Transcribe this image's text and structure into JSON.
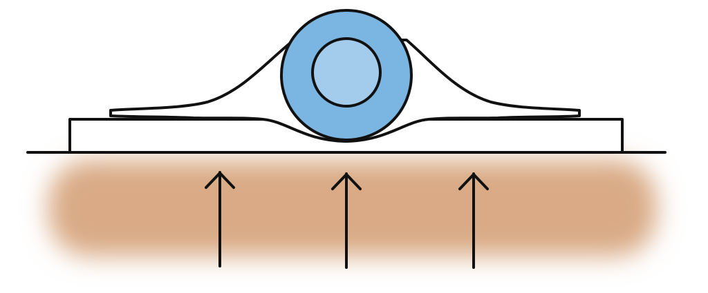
{
  "colors": {
    "background": "#ffffff",
    "outline": "#111111",
    "tube_outer": "#7bb6e3",
    "tube_inner": "#a3cbec",
    "soil": "#d9aa85",
    "base_pad": "#ffffff",
    "cover": "#ffffff"
  },
  "elements": {
    "soil": "soil-layer",
    "ground_line": "ground-line",
    "base_pad": "base-pad",
    "cover": "cover-membrane",
    "tube": "tube",
    "arrows": [
      "upward-arrow",
      "upward-arrow",
      "upward-arrow"
    ]
  }
}
